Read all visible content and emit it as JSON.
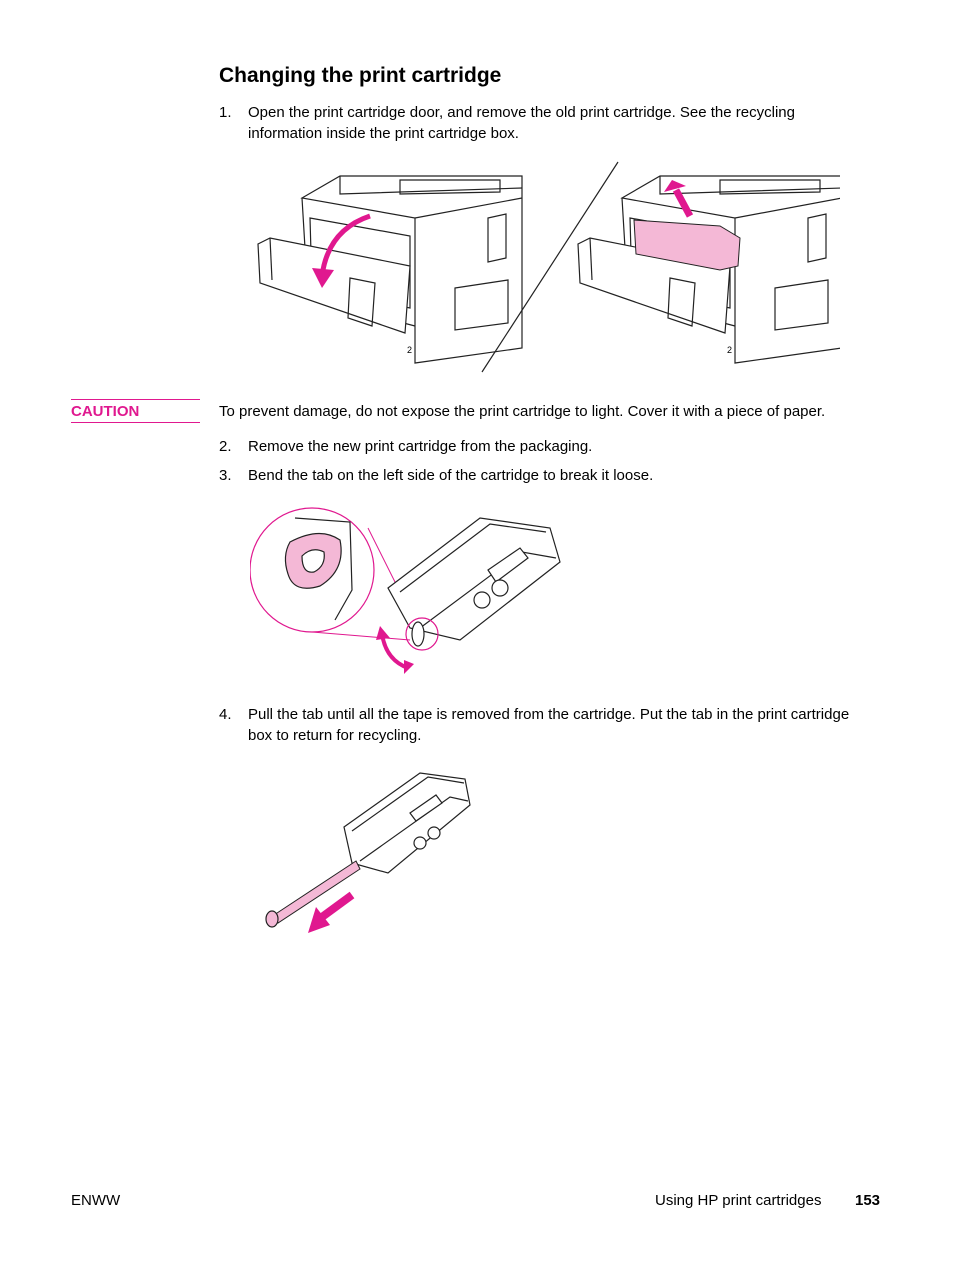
{
  "heading": "Changing the print cartridge",
  "steps": [
    {
      "number": "1.",
      "text": "Open the print cartridge door, and remove the old print cartridge. See the recycling information inside the print cartridge box."
    },
    {
      "number": "2.",
      "text": "Remove the new print cartridge from the packaging."
    },
    {
      "number": "3.",
      "text": "Bend the tab on the left side of the cartridge to break it loose."
    },
    {
      "number": "4.",
      "text": "Pull the tab until all the tape is removed from the cartridge. Put the tab in the print cartridge box to return for recycling."
    }
  ],
  "caution": {
    "label": "CAUTION",
    "text": "To prevent damage, do not expose the print cartridge to light. Cover it with a piece of paper."
  },
  "figure_labels": {
    "left_printer": "2",
    "right_printer": "2"
  },
  "colors": {
    "accent": "#e0188f",
    "cartridge_highlight": "#f4b8d6",
    "line": "#222222"
  },
  "footer": {
    "left": "ENWW",
    "section": "Using HP print cartridges",
    "page": "153"
  }
}
